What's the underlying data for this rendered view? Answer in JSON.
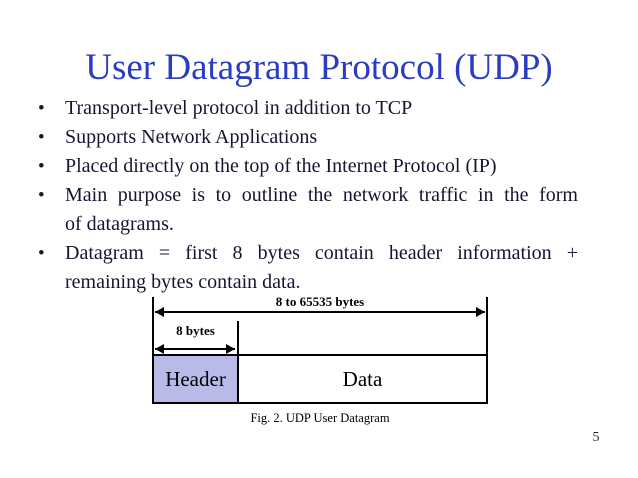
{
  "slide": {
    "title": "User Datagram Protocol (UDP)",
    "bullets": [
      {
        "lines": [
          "Transport-level protocol in addition to TCP"
        ]
      },
      {
        "lines": [
          "Supports Network Applications"
        ]
      },
      {
        "lines": [
          "Placed directly on the top of the Internet Protocol (IP)"
        ]
      },
      {
        "lines": [
          "Main purpose is to outline the network traffic in the form",
          "of datagrams."
        ]
      },
      {
        "lines": [
          "Datagram = first 8 bytes contain header information +",
          "remaining bytes contain data."
        ]
      }
    ],
    "page_number": "5"
  },
  "figure": {
    "total_span_label": "8 to 65535 bytes",
    "header_span_label": "8 bytes",
    "header_cell_label": "Header",
    "data_cell_label": "Data",
    "caption": "Fig. 2. UDP User Datagram"
  },
  "colors": {
    "title_text": "#2b3cc0",
    "body_text": "#151530",
    "figure_header_fill": "#b9bae8",
    "figure_border": "#000000"
  }
}
